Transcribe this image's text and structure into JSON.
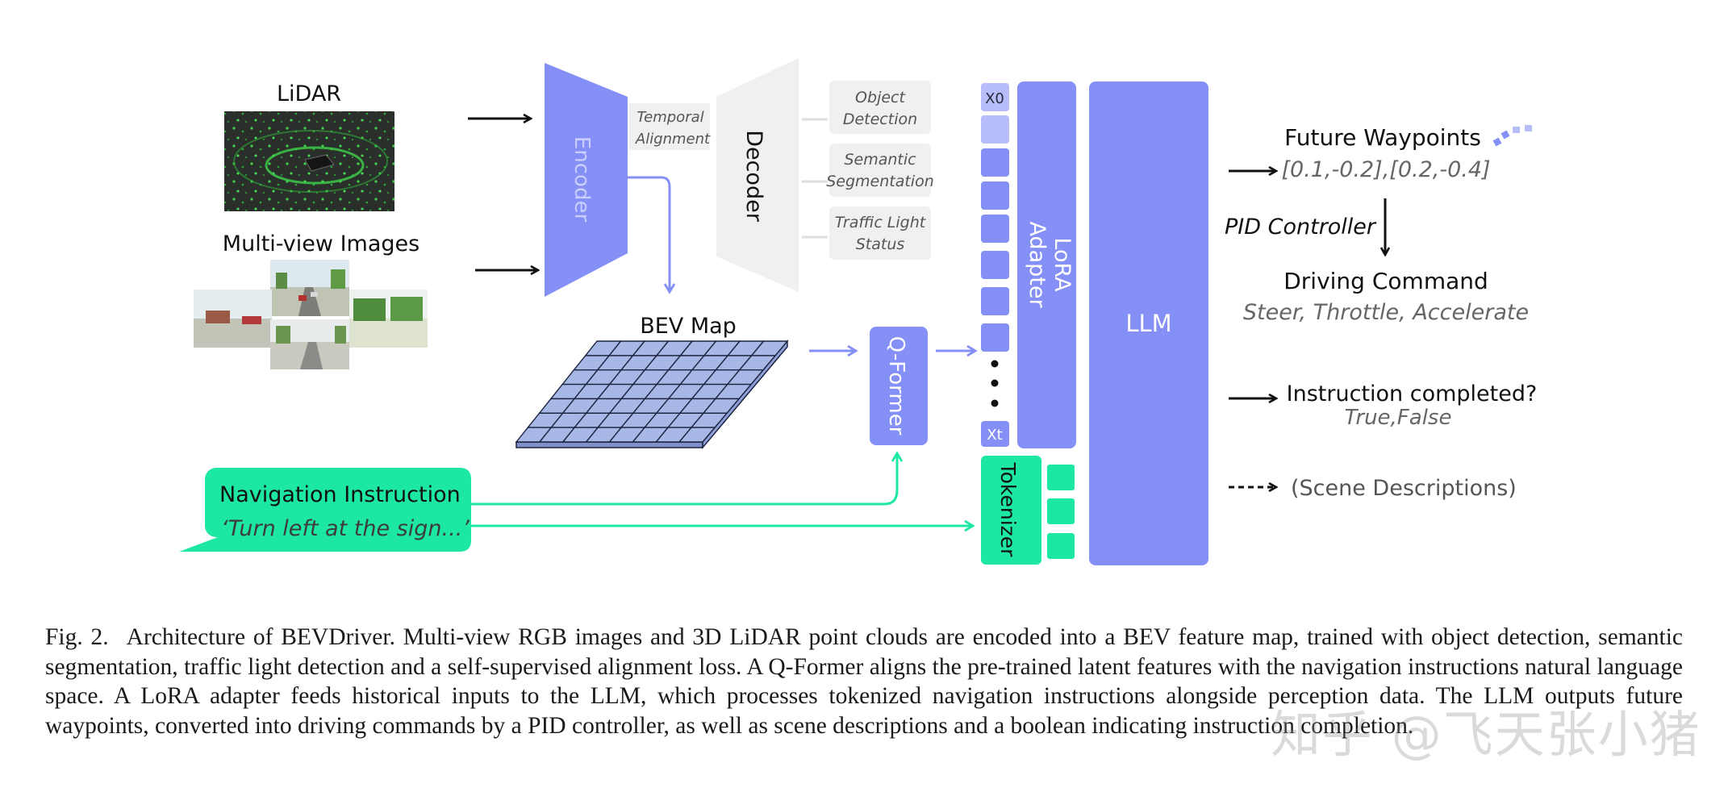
{
  "inputs": {
    "lidar_label": "LiDAR",
    "multiview_label": "Multi-view Images"
  },
  "encoder": {
    "label": "Encoder"
  },
  "decoder": {
    "label": "Decoder"
  },
  "temporal_alignment": {
    "line1": "Temporal",
    "line2": "Alignment"
  },
  "decoder_outputs": [
    {
      "line1": "Object",
      "line2": "Detection"
    },
    {
      "line1": "Semantic",
      "line2": "Segmentation"
    },
    {
      "line1": "Traffic Light",
      "line2": "Status"
    }
  ],
  "bev_map": {
    "label": "BEV Map"
  },
  "qformer": {
    "label": "Q-Former"
  },
  "tokens": {
    "first": "X0",
    "last": "Xt"
  },
  "lora": {
    "line1": "LoRA",
    "line2": "Adapter"
  },
  "tokenizer": {
    "label": "Tokenizer"
  },
  "llm": {
    "label": "LLM"
  },
  "navigation": {
    "title": "Navigation Instruction",
    "example": "‘Turn left at the sign...’"
  },
  "outputs": {
    "waypoints_title": "Future Waypoints",
    "waypoints_value": "[0.1,-0.2],[0.2,-0.4]",
    "pid_label": "PID Controller",
    "command_title": "Driving Command",
    "command_value": "Steer, Throttle, Accelerate",
    "instruction_title": "Instruction completed?",
    "instruction_value": "True,False",
    "scene_label": "(Scene Descriptions)"
  },
  "caption": {
    "label": "Fig. 2.",
    "text": "Architecture of BEVDriver. Multi-view RGB images and 3D LiDAR point clouds are encoded into a BEV feature map, trained with object detection, semantic segmentation, traffic light detection and a self-supervised alignment loss. A Q-Former aligns the pre-trained latent features with the navigation instructions natural language space. A LoRA adapter feeds historical inputs to the LLM, which processes tokenized navigation instructions alongside perception data. The LLM outputs future waypoints, converted into driving commands by a PID controller, as well as scene descriptions and a boolean indicating instruction completion."
  },
  "watermark": "知乎 @飞天张小猪",
  "colors": {
    "purple": "#8490f6",
    "light_purple": "#b7bdf9",
    "grey_panel": "#f0f0f3",
    "teal": "#1de8a3",
    "bev_fill": "#a8b8e6"
  }
}
